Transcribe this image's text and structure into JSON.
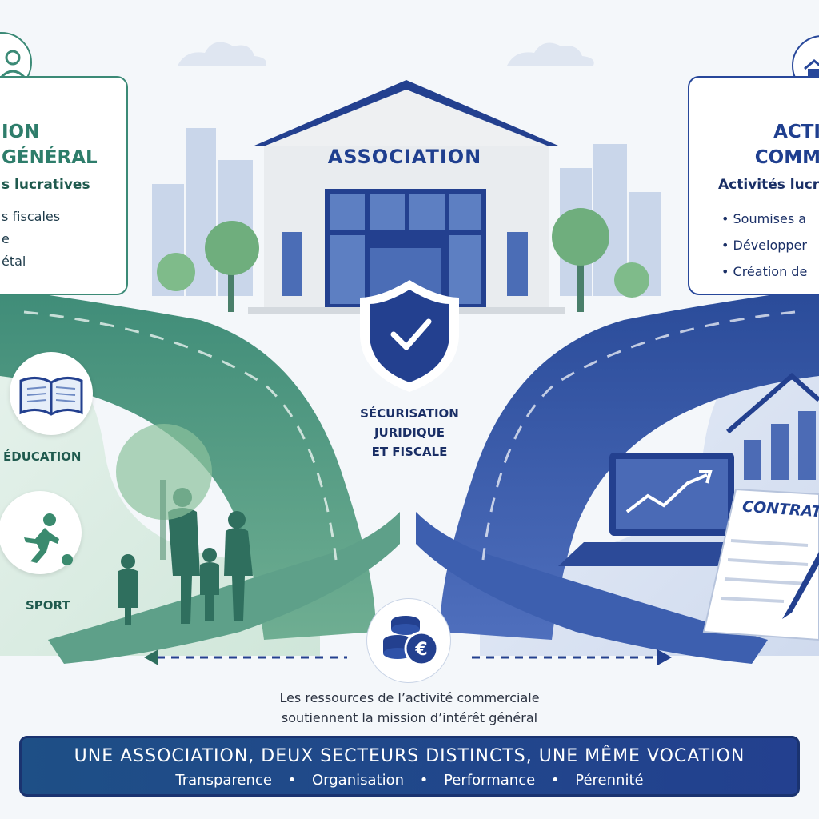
{
  "left_panel": {
    "title_line1": "ION",
    "title_line2": "GÉNÉRAL",
    "subtitle": "s lucratives",
    "items": [
      "s fiscales",
      "e",
      "étal"
    ],
    "icon": "people-icon"
  },
  "right_panel": {
    "title_line1": "ACTI",
    "title_line2": "COMM",
    "subtitle": "Activités lucra",
    "items": [
      "• Soumises a",
      "• Développer",
      "• Création de"
    ],
    "icon": "house-icon"
  },
  "building": {
    "name": "ASSOCIATION"
  },
  "shield": {
    "text_lines": [
      "SÉCURISATION",
      "JURIDIQUE",
      "ET FISCALE"
    ],
    "icon": "shield-check-icon"
  },
  "left_items": [
    {
      "label": "ÉDUCATION",
      "icon": "book-icon"
    },
    {
      "label": "SPORT",
      "icon": "soccer-player-icon"
    }
  ],
  "contract": {
    "label": "CONTRAT",
    "icon": "contract-document-icon"
  },
  "laptop": {
    "icon": "laptop-chart-icon"
  },
  "coins": {
    "icon": "euro-coins-icon"
  },
  "resources_text": {
    "line1": "Les ressources de l’activité commerciale",
    "line2": "soutiennent la mission d’intérêt général"
  },
  "banner": {
    "title": "UNE ASSOCIATION, DEUX SECTEURS DISTINCTS, UNE MÊME VOCATION",
    "values": [
      "Transparence",
      "Organisation",
      "Performance",
      "Pérennité"
    ],
    "separator": "•"
  },
  "colors": {
    "green": "#3b8a76",
    "blue": "#27479a",
    "navy": "#1a2f66",
    "background": "#f4f7fa"
  }
}
